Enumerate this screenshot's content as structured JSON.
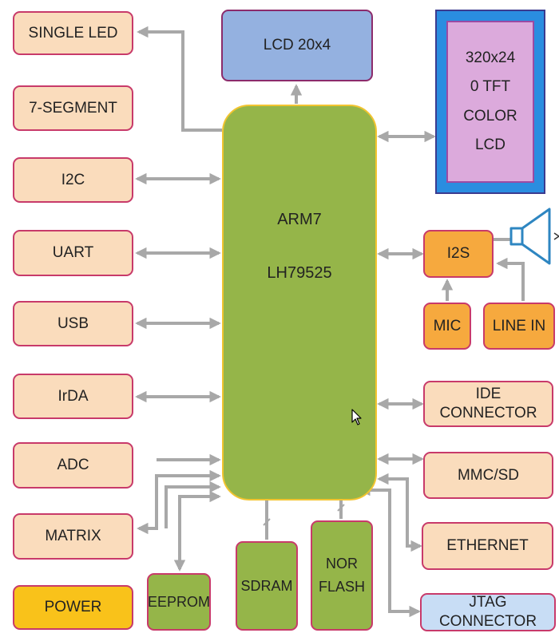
{
  "colors": {
    "peripheral": "#fadcbc",
    "cpu": "#95b549",
    "orange": "#f6a93e",
    "power": "#f9c21a",
    "lcd": "#94b1e0",
    "tft_outer": "#2a8de0",
    "tft_inner": "#dcaadc",
    "arrow": "#a8a8a8"
  },
  "cpu": {
    "line1": "ARM7",
    "line2": "LH79525"
  },
  "left": {
    "single_led": "SINGLE LED",
    "seven_segment": "7-SEGMENT",
    "i2c": "I2C",
    "uart": "UART",
    "usb": "USB",
    "irda": "IrDA",
    "adc": "ADC",
    "matrix": "MATRIX",
    "power": "POWER"
  },
  "top": {
    "lcd": "LCD 20x4"
  },
  "tft": {
    "line1": "320x24",
    "line2": "0 TFT",
    "line3": "COLOR",
    "line4": "LCD"
  },
  "right": {
    "i2s": "I2S",
    "mic": "MIC",
    "line_in": "LINE IN",
    "ide": "IDE CONNECTOR",
    "mmc": "MMC/SD",
    "ethernet": "ETHERNET",
    "jtag": "JTAG CONNECTOR"
  },
  "bottom": {
    "eeprom": "EEPROM",
    "sdram": "SDRAM",
    "nor_line1": "NOR",
    "nor_line2": "FLASH"
  },
  "icons": {
    "speaker": "speaker-icon",
    "cursor": "mouse-cursor-icon"
  }
}
